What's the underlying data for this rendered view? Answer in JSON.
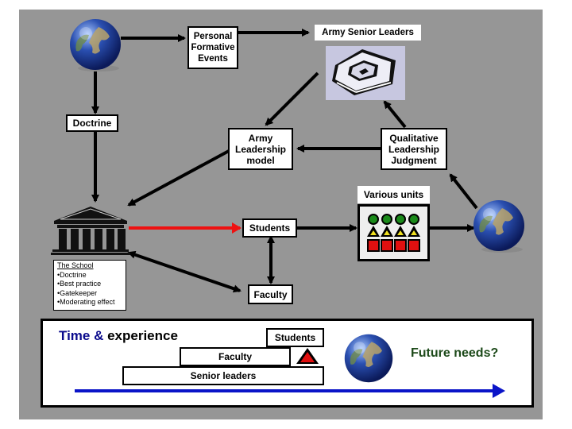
{
  "diagram": {
    "nodes": {
      "personal_formative_events": "Personal\nFormative\nEvents",
      "army_senior_leaders": "Army Senior Leaders",
      "doctrine": "Doctrine",
      "army_leadership_model": "Army\nLeadership\nmodel",
      "qualitative_leadership_judgment": "Qualitative\nLeadership\nJudgment",
      "various_units": "Various units",
      "students": "Students",
      "faculty": "Faculty"
    },
    "school": {
      "title": "The School",
      "bullets": [
        "•Doctrine",
        "•Best practice",
        "•Gatekeeper",
        "•Moderating effect"
      ]
    },
    "timeline": {
      "title_part1": "Time &",
      "title_part2": " experience",
      "students": "Students",
      "faculty": "Faculty",
      "senior_leaders": "Senior leaders",
      "future_needs": "Future needs?"
    },
    "colors": {
      "background": "#969696",
      "arrow": "#000000",
      "red_arrow": "#ee1111",
      "timeline_arrow": "#0a14c8",
      "title_blue": "#0a0a8c",
      "future_green": "#1d4a1a",
      "unit_circle": "#1a8a1a",
      "unit_triangle": "#f0e020",
      "unit_square": "#e01010"
    },
    "icons": {
      "globe": "globe-icon",
      "pentagon": "pentagon-building-icon",
      "school": "school-building-icon",
      "units": "unit-symbols-icon"
    }
  }
}
